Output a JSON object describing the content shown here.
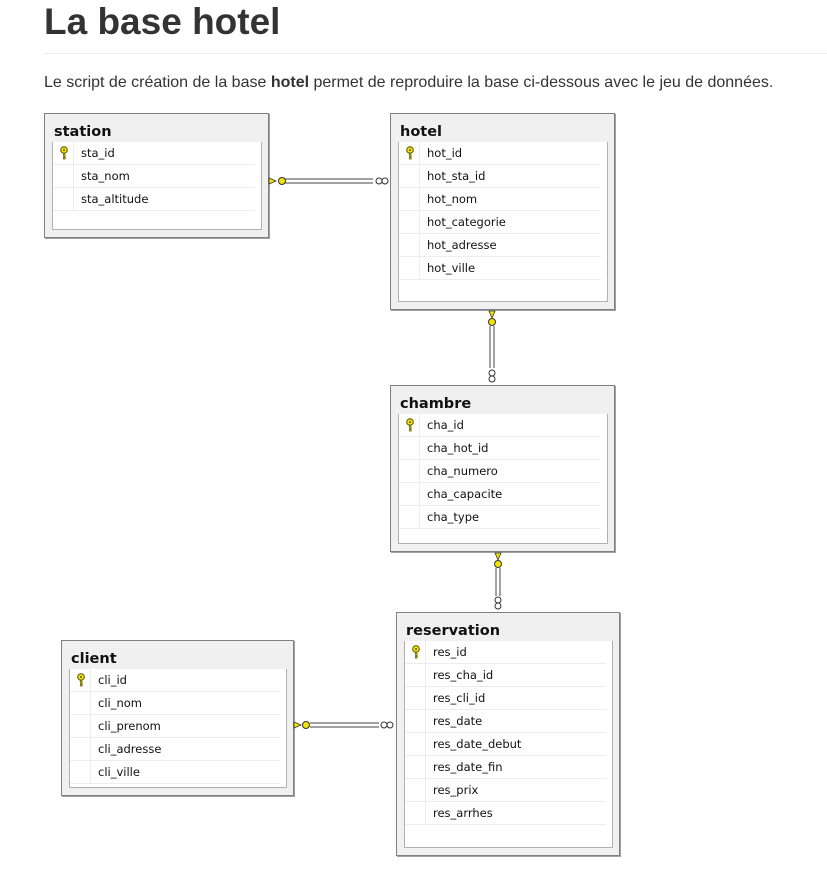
{
  "page": {
    "title": "La base hotel",
    "intro_before": "Le script de création de la base ",
    "intro_bold": "hotel",
    "intro_after": " permet de reproduire la base ci-dessous avec le jeu de données."
  },
  "colors": {
    "key_fill": "#f2e400",
    "table_bg": "#f0f0f0",
    "table_border": "#808080"
  },
  "tables": {
    "station": {
      "name": "station",
      "columns": [
        "sta_id",
        "sta_nom",
        "sta_altitude"
      ],
      "pk": "sta_id"
    },
    "hotel": {
      "name": "hotel",
      "columns": [
        "hot_id",
        "hot_sta_id",
        "hot_nom",
        "hot_categorie",
        "hot_adresse",
        "hot_ville"
      ],
      "pk": "hot_id"
    },
    "chambre": {
      "name": "chambre",
      "columns": [
        "cha_id",
        "cha_hot_id",
        "cha_numero",
        "cha_capacite",
        "cha_type"
      ],
      "pk": "cha_id"
    },
    "client": {
      "name": "client",
      "columns": [
        "cli_id",
        "cli_nom",
        "cli_prenom",
        "cli_adresse",
        "cli_ville"
      ],
      "pk": "cli_id"
    },
    "reservation": {
      "name": "reservation",
      "columns": [
        "res_id",
        "res_cha_id",
        "res_cli_id",
        "res_date",
        "res_date_debut",
        "res_date_fin",
        "res_prix",
        "res_arrhes"
      ],
      "pk": "res_id"
    }
  },
  "relationships": [
    {
      "one": "station",
      "many": "hotel"
    },
    {
      "one": "hotel",
      "many": "chambre"
    },
    {
      "one": "chambre",
      "many": "reservation"
    },
    {
      "one": "client",
      "many": "reservation"
    }
  ]
}
